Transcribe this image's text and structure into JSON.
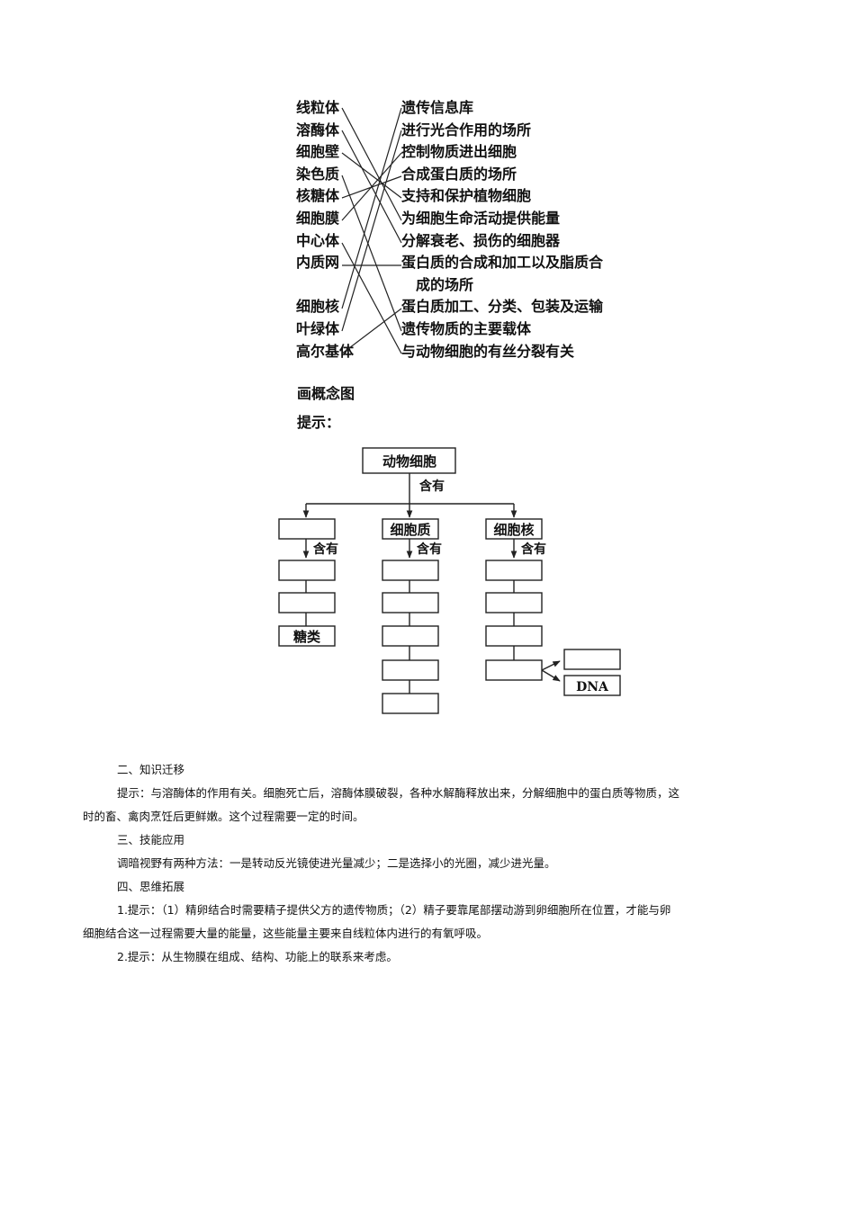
{
  "matching": {
    "left": [
      "线粒体",
      "溶酶体",
      "细胞壁",
      "染色质",
      "核糖体",
      "细胞膜",
      "中心体",
      "内质网",
      "",
      "细胞核",
      "叶绿体",
      "高尔基体"
    ],
    "right": [
      "遗传信息库",
      "进行光合作用的场所",
      "控制物质进出细胞",
      "合成蛋白质的场所",
      "支持和保护植物细胞",
      "为细胞生命活动提供能量",
      "分解衰老、损伤的细胞器",
      "蛋白质的合成和加工以及脂质合",
      "成的场所",
      "蛋白质加工、分类、包装及运输",
      "遗传物质的主要载体",
      "与动物细胞的有丝分裂有关"
    ]
  },
  "concept_map": {
    "heading": "画概念图",
    "hint": "提示：",
    "root": "动物细胞",
    "contains": "含有",
    "branches": [
      "",
      "细胞质",
      "细胞核"
    ],
    "leaf_sugar": "糖类",
    "leaf_dna": "DNA"
  },
  "sections": [
    {
      "title": "二、知识迁移",
      "lines": [
        "提示：与溶酶体的作用有关。细胞死亡后，溶酶体膜破裂，各种水解酶释放出来，分解细胞中的蛋白质等物质，这",
        "时的畜、禽肉烹饪后更鲜嫩。这个过程需要一定的时间。"
      ]
    },
    {
      "title": "三、技能应用",
      "lines": [
        "调暗视野有两种方法：一是转动反光镜使进光量减少；二是选择小的光圈，减少进光量。"
      ]
    },
    {
      "title": "四、思维拓展",
      "lines": [
        "1.提示：（1）精卵结合时需要精子提供父方的遗传物质；（2）精子要靠尾部摆动游到卵细胞所在位置，才能与卵",
        "细胞结合这一过程需要大量的能量，这些能量主要来自线粒体内进行的有氧呼吸。",
        "2.提示：从生物膜在组成、结构、功能上的联系来考虑。"
      ]
    }
  ]
}
